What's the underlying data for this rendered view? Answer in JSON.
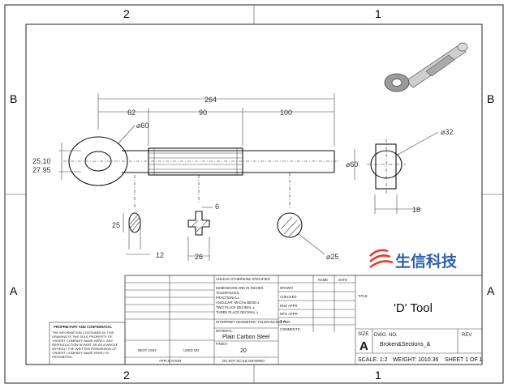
{
  "zones": {
    "top": [
      "2",
      "1"
    ],
    "bottom": [
      "2",
      "1"
    ],
    "left": [
      "B",
      "A"
    ],
    "right": [
      "B",
      "A"
    ]
  },
  "dimensions": {
    "overall_length": "264",
    "seg_eye": "62",
    "seg_grip": "90",
    "seg_shaft": "100",
    "eye_dia": "⌀60",
    "eye_hole_tol_upper": "25.10",
    "eye_hole_tol_lower": "27.95",
    "end_outer_dia": "⌀60",
    "end_bore_dia": "⌀32",
    "end_depth": "18",
    "sec1_height": "25",
    "sec1_width": "12",
    "sec2_groove": "6",
    "sec2_width": "26",
    "sec3_dia": "⌀25"
  },
  "logo": {
    "text": "生信科技",
    "color": "#2f5fa8",
    "accent": "#e03c2c"
  },
  "title_block": {
    "unless_specified": "UNLESS OTHERWISE SPECIFIED:",
    "dims_in": "DIMENSIONS ARE IN INCHES",
    "tolerances": "TOLERANCES:",
    "fractional": "FRACTIONAL±",
    "angular": "ANGULAR: MACH±   BEND ±",
    "two_place": "TWO PLACE DECIMAL  ±",
    "three_place": "THREE PLACE DECIMAL  ±",
    "interpret": "INTERPRET GEOMETRIC TOLERANCING PER:",
    "material_lbl": "MATERIAL",
    "material": "Plain Carbon Steel",
    "finish_lbl": "FINISH",
    "finish": "20",
    "do_not_scale": "DO NOT SCALE DRAWING",
    "next_assy": "NEXT ASSY",
    "used_on": "USED ON",
    "application": "APPLICATION",
    "name_col": "NAME",
    "date_col": "DATE",
    "drawn": "DRAWN",
    "checked": "CHECKED",
    "eng_appr": "ENG APPR.",
    "mfg_appr": "MFG APPR.",
    "qa": "Q.A.",
    "comments": "COMMENTS:",
    "title_lbl": "TITLE:",
    "title": "'D' Tool",
    "size_lbl": "SIZE",
    "size": "A",
    "dwg_no_lbl": "DWG.  NO.",
    "dwg_no": "Broken&Sections_&",
    "rev_lbl": "REV",
    "scale": "SCALE: 1:2",
    "weight": "WEIGHT: 1010.36",
    "sheet": "SHEET 1 OF 1",
    "proprietary_title": "PROPRIETARY AND CONFIDENTIAL",
    "proprietary_body": "THE INFORMATION CONTAINED IN THIS DRAWING IS THE SOLE PROPERTY OF <INSERT COMPANY NAME HERE>. ANY REPRODUCTION IN PART OR AS A WHOLE WITHOUT THE WRITTEN PERMISSION OF <INSERT COMPANY NAME HERE> IS PROHIBITED."
  }
}
